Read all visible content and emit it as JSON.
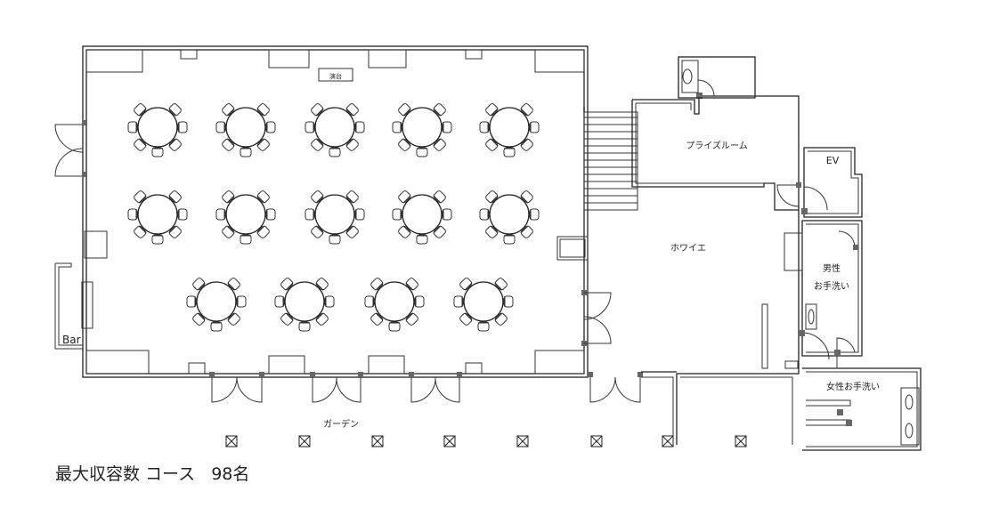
{
  "labels": {
    "stage": "演台",
    "prize_room": "プライズルーム",
    "elevator": "EV",
    "foyer": "ホワイエ",
    "mens_line1": "男性",
    "mens_line2": "お手洗い",
    "womens": "女性お手洗い",
    "garden": "ガーデン",
    "bar": "Bar"
  },
  "capacity_label": "最大収容数 コース",
  "capacity_value": "98名",
  "layout": {
    "round_tables": 14,
    "chairs_per_table": 7
  }
}
